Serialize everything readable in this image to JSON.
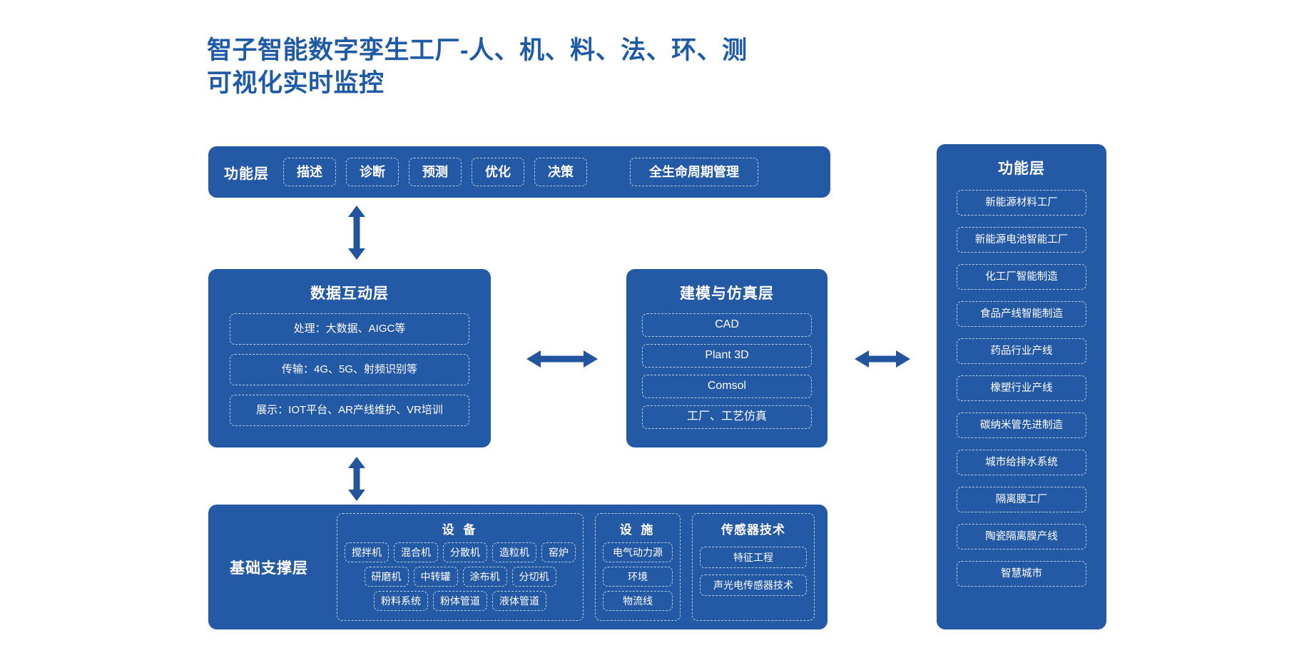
{
  "title": {
    "line1": "智子智能数字孪生工厂-人、机、料、法、环、测",
    "line2": "可视化实时监控",
    "color": "#1f5aa6"
  },
  "colors": {
    "panel": "#2459a5",
    "arrow": "#23559f",
    "chip_border": "#b9cde8",
    "background": "#ffffff",
    "text": "#ffffff"
  },
  "function_bar": {
    "label": "功能层",
    "items": [
      {
        "label": "描述"
      },
      {
        "label": "诊断"
      },
      {
        "label": "预测"
      },
      {
        "label": "优化"
      },
      {
        "label": "决策"
      }
    ],
    "wide_item": {
      "label": "全生命周期管理"
    }
  },
  "data_layer": {
    "title": "数据互动层",
    "items": [
      {
        "label": "处理：大数据、AIGC等"
      },
      {
        "label": "传输：4G、5G、射频识别等"
      },
      {
        "label": "展示：IOT平台、AR产线维护、VR培训"
      }
    ]
  },
  "sim_layer": {
    "title": "建模与仿真层",
    "items": [
      {
        "label": "CAD"
      },
      {
        "label": "Plant 3D"
      },
      {
        "label": "Comsol"
      },
      {
        "label": "工厂、工艺仿真"
      }
    ]
  },
  "foundation_layer": {
    "label": "基础支撑层",
    "equipment": {
      "title": "设 备",
      "rows": [
        [
          "搅拌机",
          "混合机",
          "分散机",
          "造粒机",
          "窑炉"
        ],
        [
          "研磨机",
          "中转罐",
          "涂布机",
          "分切机"
        ],
        [
          "粉料系统",
          "粉体管道",
          "液体管道"
        ]
      ]
    },
    "facility": {
      "title": "设 施",
      "rows": [
        [
          "电气动力源"
        ],
        [
          "环境"
        ],
        [
          "物流线"
        ]
      ]
    },
    "sensor": {
      "title": "传感器技术",
      "rows": [
        [
          "特征工程"
        ],
        [
          "声光电传感器技术"
        ]
      ]
    }
  },
  "industry_panel": {
    "title": "功能层",
    "items": [
      {
        "label": "新能源材料工厂"
      },
      {
        "label": "新能源电池智能工厂"
      },
      {
        "label": "化工厂智能制造"
      },
      {
        "label": "食品产线智能制造"
      },
      {
        "label": "药品行业产线"
      },
      {
        "label": "橡塑行业产线"
      },
      {
        "label": "碳纳米管先进制造"
      },
      {
        "label": "城市给排水系统"
      },
      {
        "label": "隔离膜工厂"
      },
      {
        "label": "陶瓷隔离膜产线"
      },
      {
        "label": "智慧城市"
      }
    ]
  },
  "arrows": [
    {
      "name": "arrow-function-to-data",
      "direction": "vertical-double"
    },
    {
      "name": "arrow-data-to-foundation",
      "direction": "vertical-double"
    },
    {
      "name": "arrow-data-to-sim",
      "direction": "horizontal-double"
    },
    {
      "name": "arrow-sim-to-industry",
      "direction": "horizontal-double"
    }
  ]
}
